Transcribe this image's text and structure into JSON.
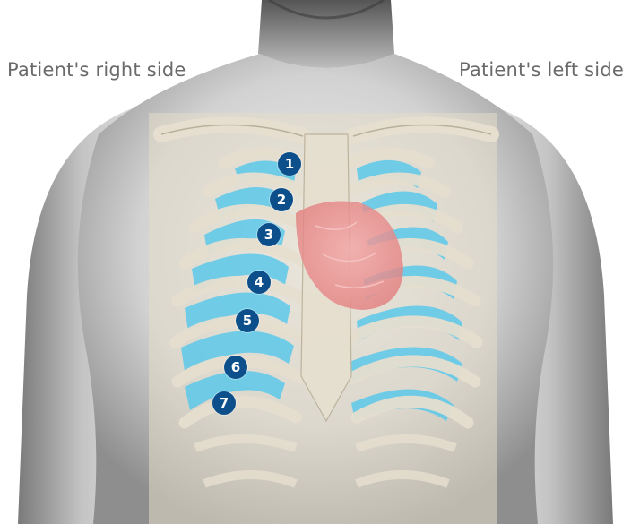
{
  "labels": {
    "patient_right": "Patient's right side",
    "patient_left": "Patient's left side"
  },
  "markers": [
    {
      "label": "1"
    },
    {
      "label": "2"
    },
    {
      "label": "3"
    },
    {
      "label": "4"
    },
    {
      "label": "5"
    },
    {
      "label": "6"
    },
    {
      "label": "7"
    }
  ],
  "colors": {
    "marker": "#0d4f8b",
    "intercostal_space": "#5cc9ea",
    "heart": "#e88a8a",
    "bone": "#e6dfcf"
  },
  "icons": [
    "torso-illustration",
    "ribcage",
    "heart"
  ]
}
